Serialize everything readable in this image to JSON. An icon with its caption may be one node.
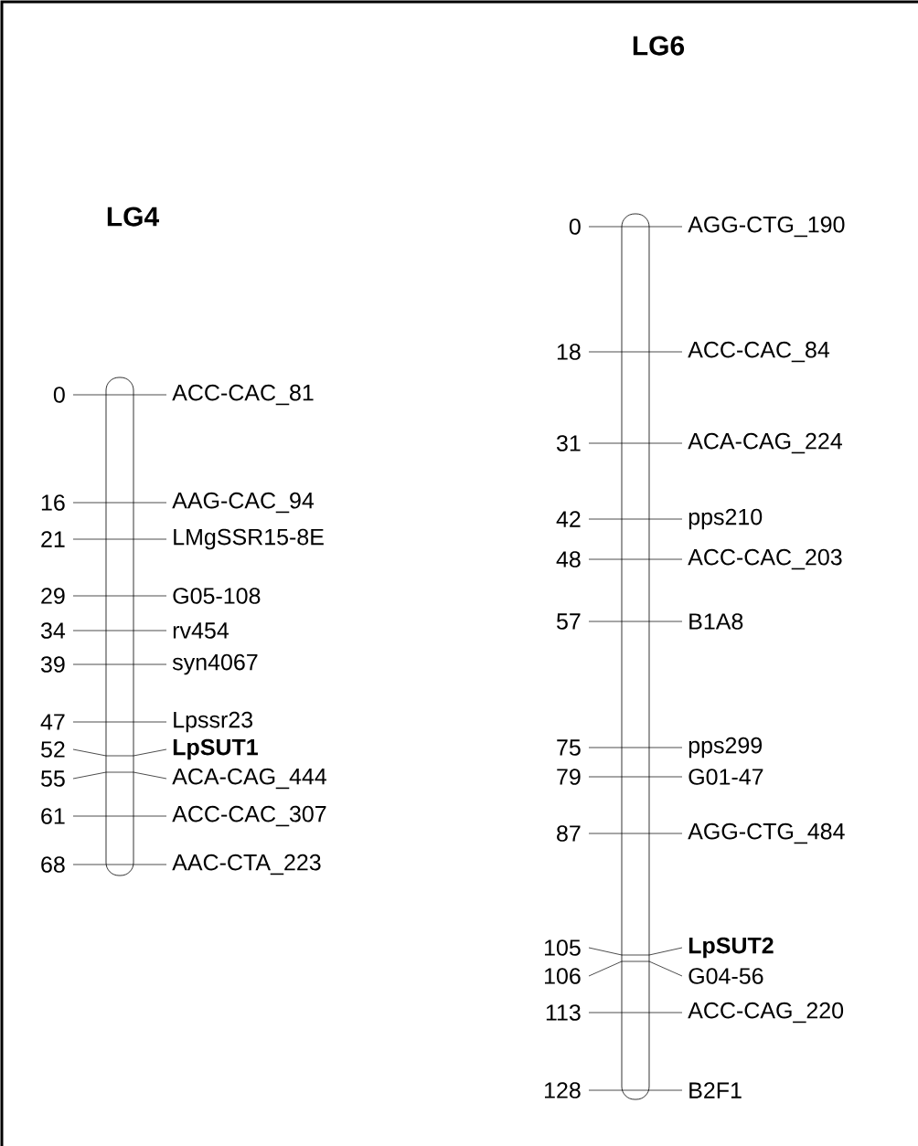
{
  "diagram": {
    "nodes": [
      {
        "text": [],
        "shape": "bar"
      },
      {
        "text": [],
        "shape": "bar"
      }
    ],
    "labels": [
      "LG4",
      "0",
      "ACC-CAC_81",
      "16",
      "AAG-CAC_94",
      "21",
      "LMgSSR15-8E",
      "29",
      "G05-108",
      "34",
      "rv454",
      "39",
      "syn4067",
      "47",
      "Lpssr23",
      "52",
      "LpSUT1",
      "55",
      "ACA-CAG_444",
      "61",
      "ACC-CAC_307",
      "68",
      "AAC-CTA_223",
      "LG6",
      "0",
      "AGG-CTG_190",
      "18",
      "ACC-CAC_84",
      "31",
      "ACA-CAG_224",
      "42",
      "pps210",
      "48",
      "ACC-CAC_203",
      "57",
      "B1A8",
      "75",
      "pps299",
      "79",
      "G01-47",
      "87",
      "AGG-CTG_484",
      "105",
      "LpSUT2",
      "106",
      "G04-56",
      "113",
      "ACC-CAG_220",
      "128",
      "B2F1"
    ]
  }
}
